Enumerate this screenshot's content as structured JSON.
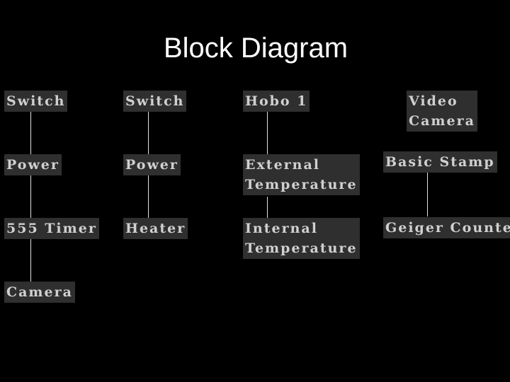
{
  "title": "Block Diagram",
  "columns": [
    {
      "blocks": [
        {
          "lines": [
            "Switch"
          ]
        },
        {
          "lines": [
            "Power"
          ]
        },
        {
          "lines": [
            "555 Timer"
          ]
        },
        {
          "lines": [
            "Camera"
          ]
        }
      ]
    },
    {
      "blocks": [
        {
          "lines": [
            "Switch"
          ]
        },
        {
          "lines": [
            "Power"
          ]
        },
        {
          "lines": [
            "Heater"
          ]
        }
      ]
    },
    {
      "blocks": [
        {
          "lines": [
            "Hobo 1"
          ]
        },
        {
          "lines": [
            "External",
            "Temperature"
          ]
        },
        {
          "lines": [
            "Internal",
            "Temperature"
          ]
        }
      ]
    },
    {
      "blocks": [
        {
          "lines": [
            "Video",
            "Camera"
          ]
        },
        {
          "lines": [
            "Basic Stamp"
          ]
        },
        {
          "lines": [
            "Geiger Counter"
          ]
        }
      ]
    }
  ]
}
